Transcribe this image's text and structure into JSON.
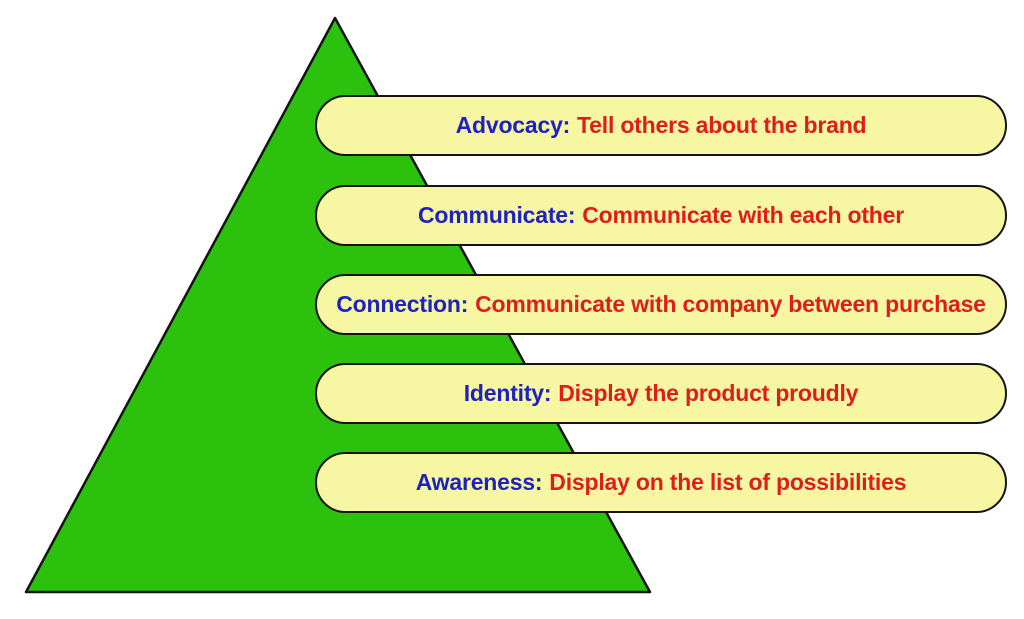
{
  "diagram": {
    "type": "pyramid-with-levels",
    "levels": [
      {
        "label": "Advocacy:",
        "description": "Tell others about the brand"
      },
      {
        "label": "Communicate:",
        "description": "Communicate with each other"
      },
      {
        "label": "Connection:",
        "description": "Communicate with company between purchase"
      },
      {
        "label": "Identity:",
        "description": "Display the product proudly"
      },
      {
        "label": "Awareness:",
        "description": "Display on the list of possibilities"
      }
    ],
    "colors": {
      "pyramid_green": "#2bc10d",
      "pill_yellow": "#f7f7a3",
      "label_blue": "#1e22be",
      "description_red": "#e01d1d",
      "outline_black": "#141414"
    }
  }
}
